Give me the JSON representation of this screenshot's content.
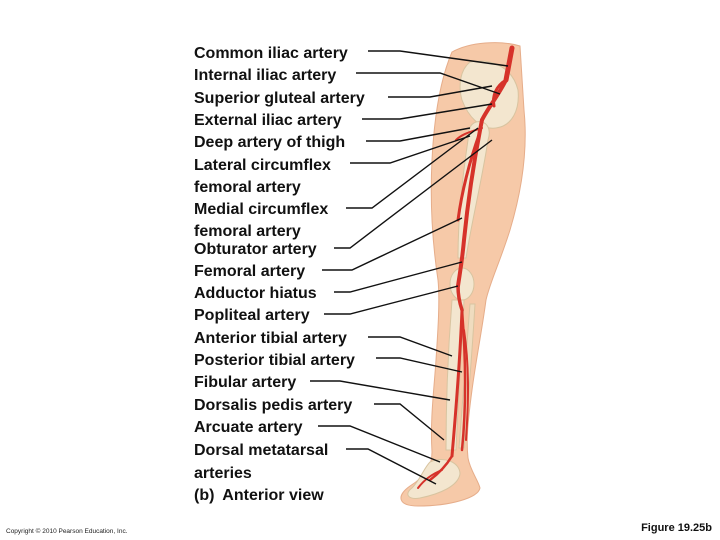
{
  "labels": [
    "Common iliac artery",
    "Internal iliac artery",
    "Superior gluteal artery",
    "External iliac artery",
    "Deep artery of thigh",
    "Lateral circumflex",
    "femoral artery",
    "Medial circumflex",
    "femoral artery",
    "Obturator artery",
    "Femoral artery",
    "Adductor hiatus",
    "Popliteal artery",
    "Anterior tibial artery",
    "Posterior tibial artery",
    "Fibular artery",
    "Dorsalis pedis artery",
    "Arcuate artery",
    "Dorsal metatarsal",
    "arteries"
  ],
  "caption": {
    "part": "(b)",
    "view": "Anterior view"
  },
  "copyright": "Copyright © 2010 Pearson Education, Inc.",
  "figure_number": "Figure 19.25b",
  "colors": {
    "skin": "#f6c9a8",
    "bone": "#f3e6cf",
    "artery": "#d6322a",
    "text": "#111111"
  }
}
